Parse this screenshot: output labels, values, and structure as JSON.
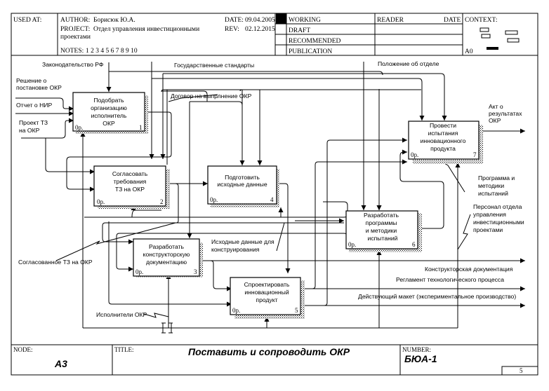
{
  "header": {
    "used_at_label": "USED AT:",
    "author_label": "AUTHOR:",
    "author": "Борисюк Ю.А.",
    "project_label": "PROJECT:",
    "project_line1": "Отдел управления инвестиционными",
    "project_line2": "проектами",
    "notes_label": "NOTES:",
    "notes": "1 2 3 4 5 6 7 8 9 10",
    "date_label": "DATE:",
    "date": "09.04.2005",
    "rev_label": "REV:",
    "rev": "02.12.2015",
    "status": [
      "WORKING",
      "DRAFT",
      "RECOMMENDED",
      "PUBLICATION"
    ],
    "status_selected": "WORKING",
    "reader_label": "READER",
    "reader_date_label": "DATE",
    "context_label": "CONTEXT:",
    "context_node": "A0"
  },
  "boxes": [
    {
      "id": "1",
      "lines": [
        "Подобрать",
        "организацию",
        "исполнитель",
        "ОКР"
      ],
      "cost": "0р."
    },
    {
      "id": "2",
      "lines": [
        "Согласовать",
        "требования",
        "ТЗ на ОКР"
      ],
      "cost": "0р."
    },
    {
      "id": "3",
      "lines": [
        "Разработать",
        "конструкторскую",
        "документацию"
      ],
      "cost": "0р."
    },
    {
      "id": "4",
      "lines": [
        "Подготовить",
        "исходные данные"
      ],
      "cost": "0р."
    },
    {
      "id": "5",
      "lines": [
        "Спроектировать",
        "инновационный",
        "продукт"
      ],
      "cost": "0р."
    },
    {
      "id": "6",
      "lines": [
        "Разработать",
        "программы",
        "и методики",
        "испытаний"
      ],
      "cost": "0р."
    },
    {
      "id": "7",
      "lines": [
        "Провести",
        "испытания",
        "инновационного",
        "продукта"
      ],
      "cost": "0р."
    }
  ],
  "arrow_labels": {
    "law": "Законодательство РФ",
    "standards": "Государственные стандарты",
    "regulation": "Положение об отделе",
    "decision_1": "Решение о",
    "decision_2": "постановке ОКР",
    "nir_report": "Отчет о НИР",
    "tz_draft_1": "Проект ТЗ",
    "tz_draft_2": "на ОКР",
    "contract": "Договор на выпрлнение ОКР",
    "act_1": "Акт о",
    "act_2": "результатах",
    "act_3": "ОКР",
    "program_1": "Программа и",
    "program_2": "методики",
    "program_3": "испытаний",
    "staff_1": "Персонал отдела",
    "staff_2": "управления",
    "staff_3": "инвестиционными",
    "staff_4": "проектами",
    "agreed_tz": "Согласованное ТЗ на ОКР",
    "source_data_1": "Исходные данные для",
    "source_data_2": "конструирования",
    "design_docs": "Конструкторская документация",
    "tech_reg": "Регламент технологического процесса",
    "model": "Действующий макет (экспериментальное производство)",
    "performers": "Исполнители ОКР"
  },
  "footer": {
    "node_label": "NODE:",
    "node": "A3",
    "title_label": "TITLE:",
    "title": "Поставить  и сопроводить  ОКР",
    "number_label": "NUMBER:",
    "number": "БЮА-1",
    "page": "5"
  }
}
